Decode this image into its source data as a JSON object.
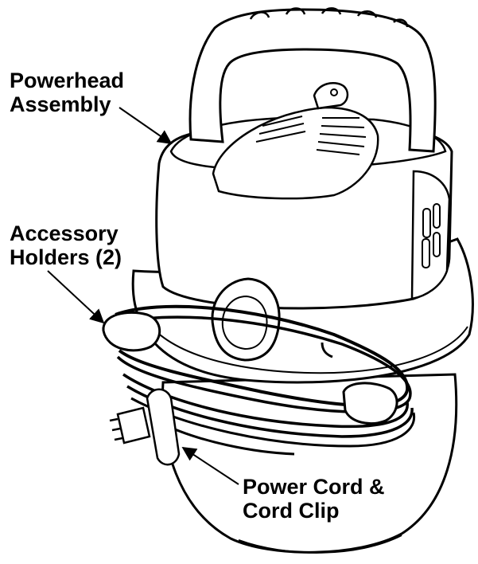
{
  "labels": {
    "powerhead": {
      "line1": "Powerhead",
      "line2": "Assembly"
    },
    "accessory_holders": {
      "line1": "Accessory",
      "line2": "Holders (2)"
    },
    "power_cord": {
      "line1": "Power Cord &",
      "line2": "Cord Clip"
    }
  },
  "colors": {
    "ink": "#000000",
    "paper": "#ffffff"
  }
}
